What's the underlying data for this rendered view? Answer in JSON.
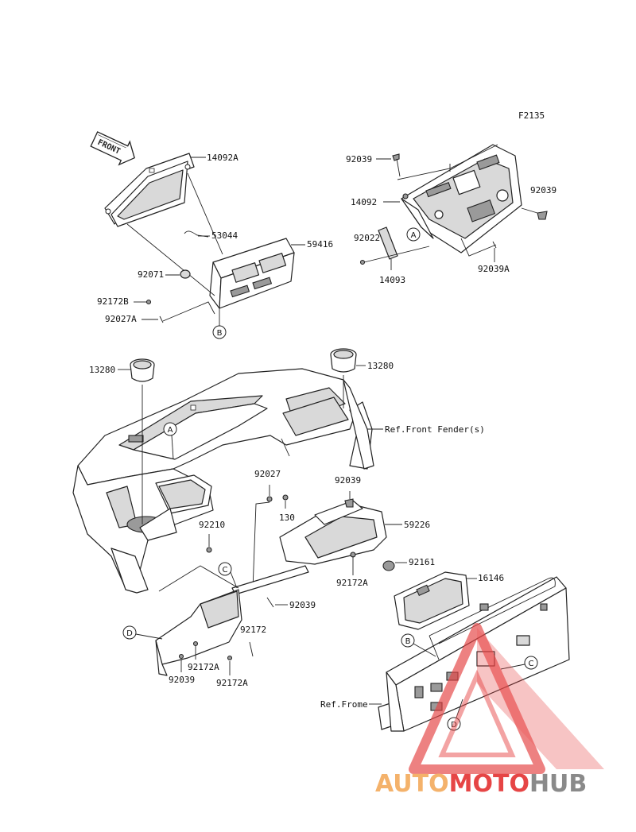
{
  "figure_code": "F2135",
  "front_arrow_label": "FRONT",
  "parts": {
    "p14092A": "14092A",
    "p53044": "53044",
    "p59416": "59416",
    "p92071": "92071",
    "p92172B": "92172B",
    "p92027A": "92027A",
    "p92039_tr": "92039",
    "p14092": "14092",
    "p92022": "92022",
    "p14093": "14093",
    "p92039_r": "92039",
    "p92039A": "92039A",
    "p13280_l": "13280",
    "p13280_r": "13280",
    "p92027": "92027",
    "p130": "130",
    "p92039_m": "92039",
    "p59226": "59226",
    "p92210": "92210",
    "p92161": "92161",
    "p92172A_m": "92172A",
    "p16146": "16146",
    "p92039_b": "92039",
    "p92172": "92172",
    "p92172A_l": "92172A",
    "p92039_bl": "92039",
    "p92172A_b": "92172A"
  },
  "references": {
    "front_fender": "Ref.Front Fender(s)",
    "frame": "Ref.Frome"
  },
  "callouts": {
    "a1": "A",
    "a2": "A",
    "b1": "B",
    "b2": "B",
    "c1": "C",
    "c2": "C",
    "d1": "D",
    "d2": "D"
  },
  "watermark": {
    "part1": "AUTO",
    "part2": "MOTO",
    "part3": "HUB",
    "color1": "#f4b26b",
    "color2": "#e64545",
    "color3": "#8a8a8a"
  }
}
